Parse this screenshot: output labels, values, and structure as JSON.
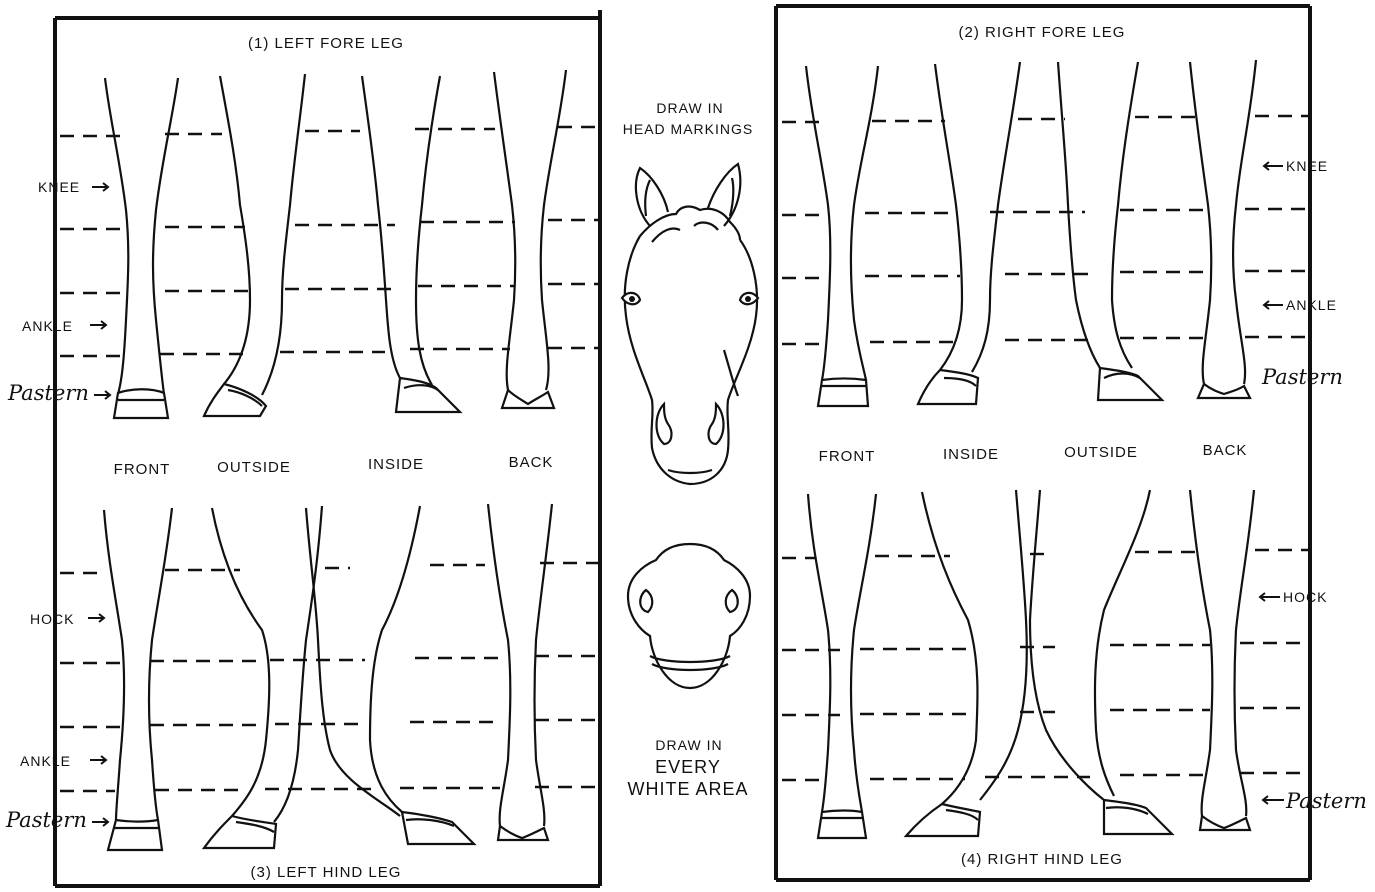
{
  "left_panel": {
    "fore_title": "(1) LEFT FORE LEG",
    "hind_title": "(3) LEFT HIND LEG",
    "views": [
      "FRONT",
      "OUTSIDE",
      "INSIDE",
      "BACK"
    ],
    "fore_labels": {
      "knee": "KNEE",
      "ankle": "ANKLE",
      "pastern": "Pastern"
    },
    "hind_labels": {
      "hock": "HOCK",
      "ankle": "ANKLE",
      "pastern": "Pastern"
    }
  },
  "right_panel": {
    "fore_title": "(2) RIGHT FORE LEG",
    "hind_title": "(4) RIGHT HIND LEG",
    "views": [
      "FRONT",
      "INSIDE",
      "OUTSIDE",
      "BACK"
    ],
    "fore_labels": {
      "knee": "KNEE",
      "ankle": "ANKLE",
      "pastern": "Pastern"
    },
    "hind_labels": {
      "hock": "HOCK",
      "pastern": "Pastern"
    }
  },
  "center": {
    "head_instruction_1": "DRAW IN",
    "head_instruction_2": "HEAD MARKINGS",
    "bottom_instruction_1": "DRAW IN",
    "bottom_instruction_2": "EVERY",
    "bottom_instruction_3": "WHITE AREA"
  }
}
